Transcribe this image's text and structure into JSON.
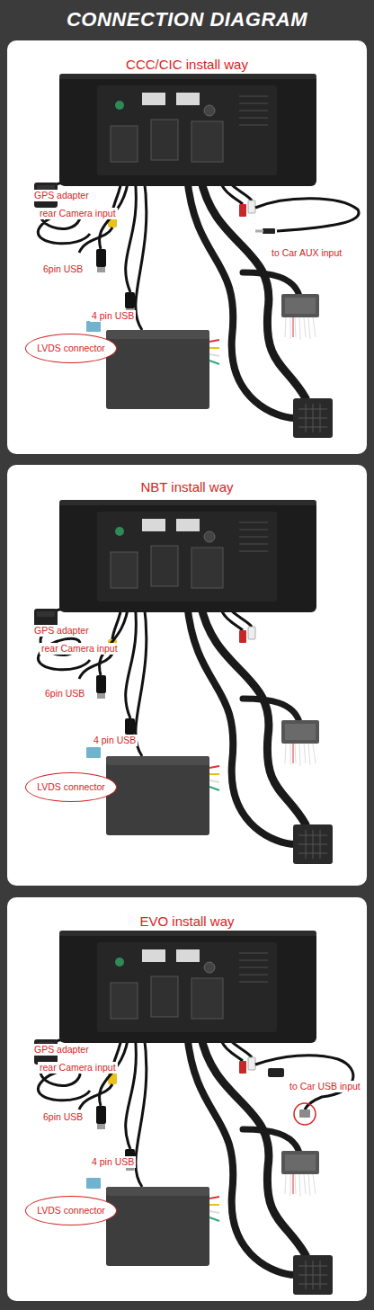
{
  "diagram": {
    "title": "CONNECTION DIAGRAM",
    "nodes": [
      {
        "text": [
          "CCC/CIC install way"
        ]
      },
      {
        "text": [
          "LVDS connector"
        ],
        "in": 0
      },
      {
        "text": [
          "NBT install way"
        ]
      },
      {
        "text": [
          "LVDS connector"
        ],
        "in": 2
      },
      {
        "text": [
          "EVO install way"
        ]
      },
      {
        "text": [
          "LVDS connector"
        ],
        "in": 4
      }
    ],
    "labels": [
      "GPS adapter",
      "rear Camera input",
      "to Car AUX input",
      "6pin USB",
      "4 pin USB",
      "GPS adapter",
      "rear Camera input",
      "6pin USB",
      "4 pin USB",
      "GPS adapter",
      "rear Camera input",
      "to Car USB input",
      "6pin USB",
      "4 pin USB"
    ]
  }
}
